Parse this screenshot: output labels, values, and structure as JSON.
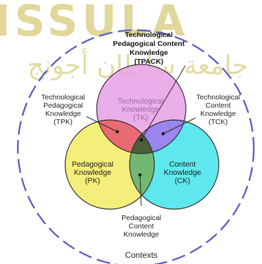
{
  "watermark": {
    "latin": "ISSULA",
    "arabic": "جامعة سلطان أجونج"
  },
  "diagram": {
    "tpack": [
      "Technological",
      "Pedagogical Content",
      "Knowledge",
      "(TPACK)"
    ],
    "tpk": [
      "Technological",
      "Pedagogical",
      "Knowledge",
      "(TPK)"
    ],
    "tck": [
      "Technological",
      "Content",
      "Knowledge",
      "(TCK)"
    ],
    "tk": [
      "Technological",
      "Knowledge",
      "(TK)"
    ],
    "pk": [
      "Pedagogical",
      "Knowledge",
      "(PK)"
    ],
    "ck": [
      "Content",
      "Knowledge",
      "(CK)"
    ],
    "pck": [
      "Pedagogical",
      "Content",
      "Knowledge"
    ],
    "contexts": "Contexts"
  },
  "colors": {
    "tk": "#e8a6e8",
    "pk": "#f4ee7a",
    "ck": "#5ee8ee",
    "tpk": "#e86a72",
    "tck": "#9a86ee",
    "pck": "#72b872",
    "tpack": "#4c5e3a",
    "context_dash": "#5a5ec0"
  }
}
